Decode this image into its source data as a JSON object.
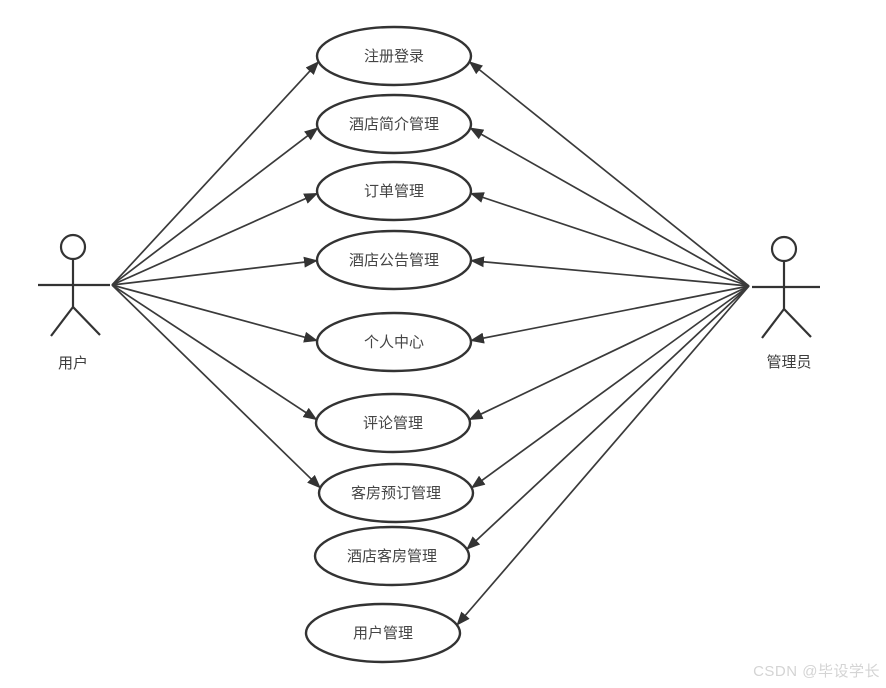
{
  "diagram": {
    "type": "uml-use-case",
    "title": "",
    "actors": [
      {
        "id": "user",
        "label": "用户"
      },
      {
        "id": "admin",
        "label": "管理员"
      }
    ],
    "use_cases": [
      {
        "id": "register_login",
        "label": "注册登录"
      },
      {
        "id": "hotel_intro",
        "label": "酒店简介管理"
      },
      {
        "id": "order_mgmt",
        "label": "订单管理"
      },
      {
        "id": "hotel_notice",
        "label": "酒店公告管理"
      },
      {
        "id": "personal_center",
        "label": "个人中心"
      },
      {
        "id": "comment_mgmt",
        "label": "评论管理"
      },
      {
        "id": "room_booking",
        "label": "客房预订管理"
      },
      {
        "id": "hotel_room",
        "label": "酒店客房管理"
      },
      {
        "id": "user_mgmt",
        "label": "用户管理"
      }
    ],
    "associations": [
      {
        "from": "user",
        "to": "register_login"
      },
      {
        "from": "user",
        "to": "hotel_intro"
      },
      {
        "from": "user",
        "to": "order_mgmt"
      },
      {
        "from": "user",
        "to": "hotel_notice"
      },
      {
        "from": "user",
        "to": "personal_center"
      },
      {
        "from": "user",
        "to": "comment_mgmt"
      },
      {
        "from": "user",
        "to": "room_booking"
      },
      {
        "from": "admin",
        "to": "register_login"
      },
      {
        "from": "admin",
        "to": "hotel_intro"
      },
      {
        "from": "admin",
        "to": "order_mgmt"
      },
      {
        "from": "admin",
        "to": "hotel_notice"
      },
      {
        "from": "admin",
        "to": "personal_center"
      },
      {
        "from": "admin",
        "to": "comment_mgmt"
      },
      {
        "from": "admin",
        "to": "room_booking"
      },
      {
        "from": "admin",
        "to": "hotel_room"
      },
      {
        "from": "admin",
        "to": "user_mgmt"
      }
    ],
    "colors": {
      "stroke": "#333333",
      "line": "#3a3a3a",
      "text": "#454545",
      "background": "#ffffff",
      "watermark": "#d4d4d4"
    }
  },
  "watermark": {
    "text": "CSDN @毕设学长"
  }
}
